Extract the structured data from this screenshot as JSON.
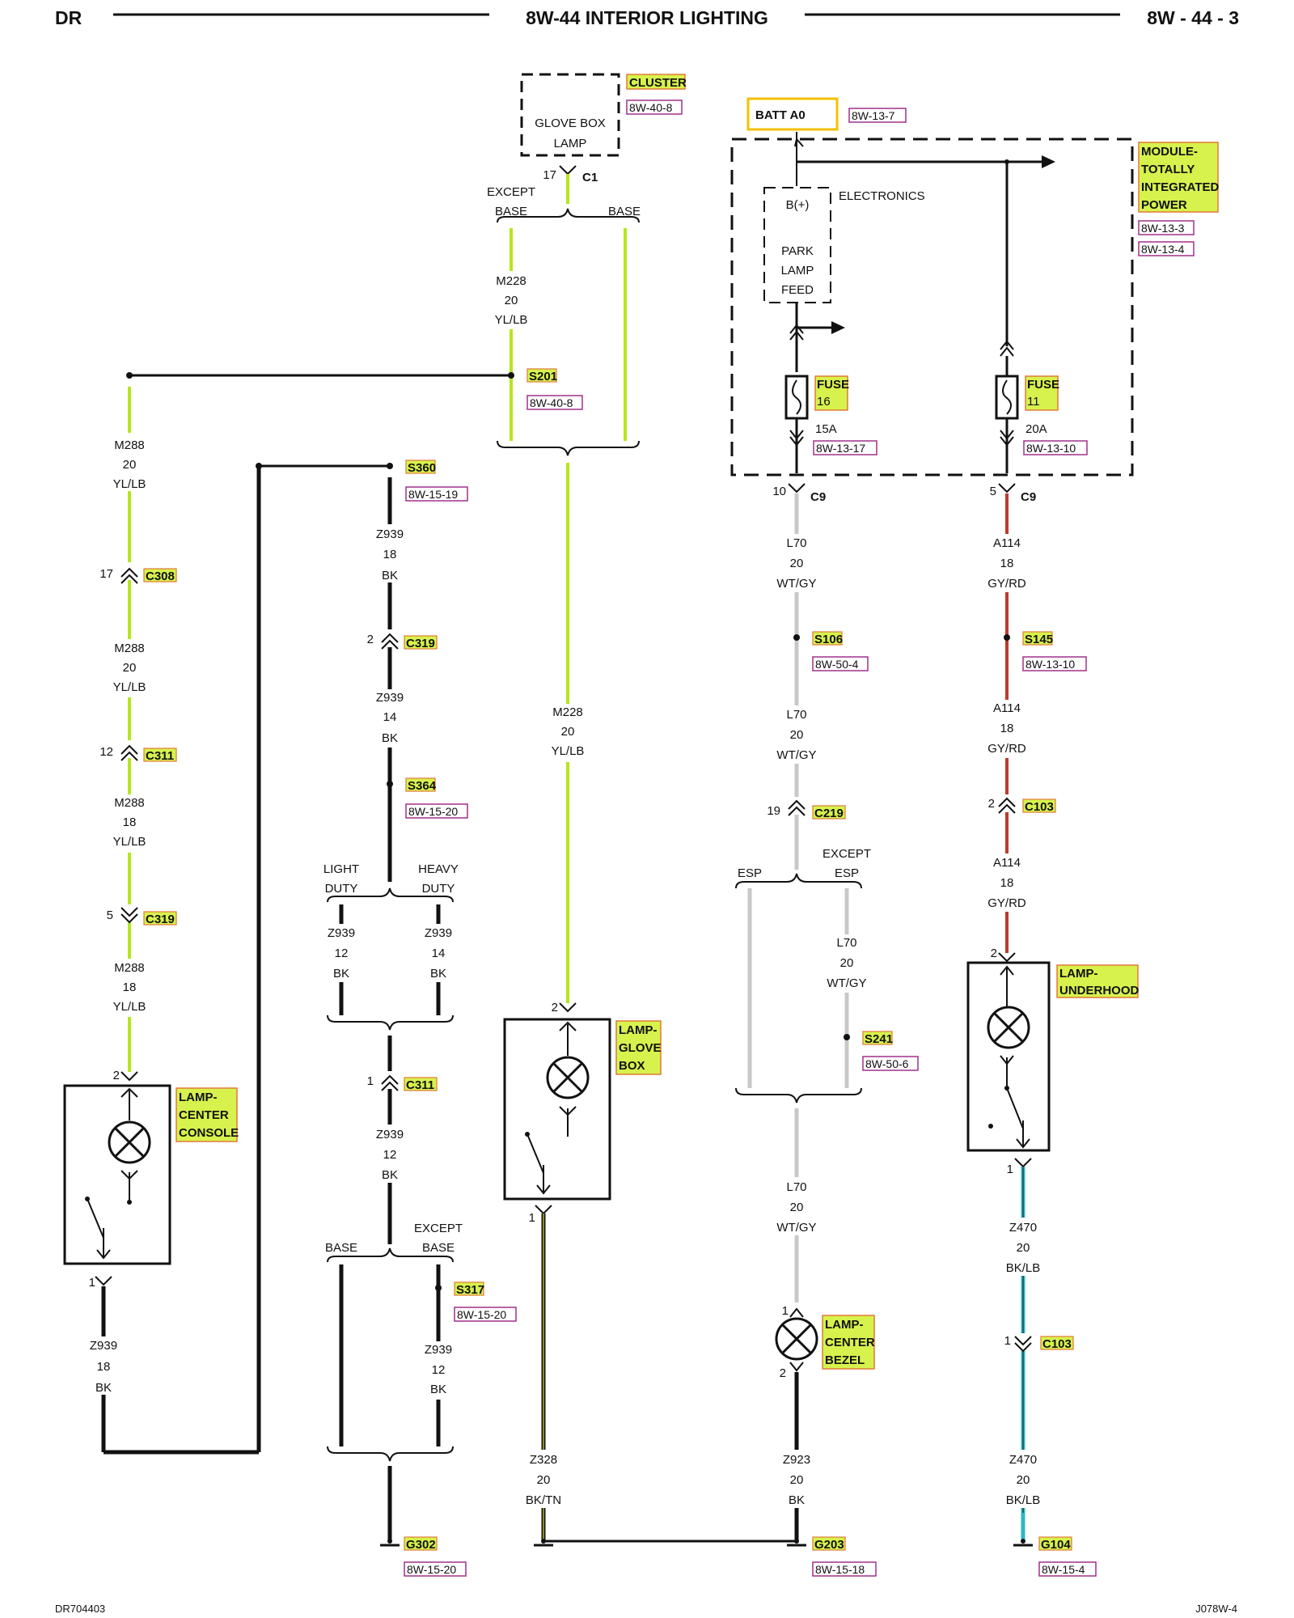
{
  "header": {
    "left": "DR",
    "title": "8W-44 INTERIOR LIGHTING",
    "right": "8W - 44 - 3"
  },
  "footer": {
    "left": "DR704403",
    "right": "J078W-4"
  },
  "colors": {
    "yl_lb": "#b5e61d",
    "yl_lb_glow": "#33cc33",
    "black": "#111111",
    "wt_gy": "#c8c8c8",
    "gy_rd": "#c0392b",
    "bk_lb": "#2bb8c8",
    "bk_tn": "#8a8a1a",
    "tag_fill": "#d7f24c",
    "tag_border": "#e07a3a",
    "ref_border": "#a0308a"
  },
  "components": {
    "cluster": {
      "name": "CLUSTER",
      "ref": "8W-40-8",
      "inner1": "GLOVE BOX",
      "inner2": "LAMP",
      "pin": "17",
      "conn": "C1"
    },
    "batt": {
      "name": "BATT A0",
      "ref": "8W-13-7"
    },
    "tipm": {
      "name1": "MODULE-",
      "name2": "TOTALLY",
      "name3": "INTEGRATED",
      "name4": "POWER",
      "ref1": "8W-13-3",
      "ref2": "8W-13-4"
    },
    "electronics": {
      "label": "ELECTRONICS",
      "bplus": "B(+)",
      "l1": "PARK",
      "l2": "LAMP",
      "l3": "FEED"
    },
    "fuse16": {
      "name": "FUSE",
      "num": "16",
      "amp": "15A",
      "ref": "8W-13-17"
    },
    "fuse11": {
      "name": "FUSE",
      "num": "11",
      "amp": "20A",
      "ref": "8W-13-10"
    },
    "lamp_console": {
      "n1": "LAMP-",
      "n2": "CENTER",
      "n3": "CONSOLE",
      "pin_top": "2",
      "pin_bot": "1"
    },
    "lamp_glove": {
      "n1": "LAMP-",
      "n2": "GLOVE",
      "n3": "BOX",
      "pin_top": "2",
      "pin_bot": "1"
    },
    "lamp_bezel": {
      "n1": "LAMP-",
      "n2": "CENTER",
      "n3": "BEZEL",
      "pin_top": "1",
      "pin_bot": "2"
    },
    "lamp_underhood": {
      "n1": "LAMP-",
      "n2": "UNDERHOOD",
      "pin_top": "2",
      "pin_bot": "1"
    }
  },
  "wires": {
    "m288_a": {
      "code": "M288",
      "gauge": "20",
      "color": "YL/LB"
    },
    "m288_b": {
      "code": "M288",
      "gauge": "20",
      "color": "YL/LB"
    },
    "m288_c": {
      "code": "M288",
      "gauge": "18",
      "color": "YL/LB"
    },
    "m288_d": {
      "code": "M288",
      "gauge": "18",
      "color": "YL/LB"
    },
    "m228_top": {
      "code": "M228",
      "gauge": "20",
      "color": "YL/LB"
    },
    "m228_mid": {
      "code": "M228",
      "gauge": "20",
      "color": "YL/LB"
    },
    "z939_console": {
      "code": "Z939",
      "gauge": "18",
      "color": "BK"
    },
    "z939_a": {
      "code": "Z939",
      "gauge": "18",
      "color": "BK"
    },
    "z939_b": {
      "code": "Z939",
      "gauge": "14",
      "color": "BK"
    },
    "z939_ld": {
      "code": "Z939",
      "gauge": "12",
      "color": "BK"
    },
    "z939_hd": {
      "code": "Z939",
      "gauge": "14",
      "color": "BK"
    },
    "z939_c": {
      "code": "Z939",
      "gauge": "12",
      "color": "BK"
    },
    "z939_d": {
      "code": "Z939",
      "gauge": "12",
      "color": "BK"
    },
    "z328": {
      "code": "Z328",
      "gauge": "20",
      "color": "BK/TN"
    },
    "l70_a": {
      "code": "L70",
      "gauge": "20",
      "color": "WT/GY"
    },
    "l70_b": {
      "code": "L70",
      "gauge": "20",
      "color": "WT/GY"
    },
    "l70_c": {
      "code": "L70",
      "gauge": "20",
      "color": "WT/GY"
    },
    "l70_d": {
      "code": "L70",
      "gauge": "20",
      "color": "WT/GY"
    },
    "z923": {
      "code": "Z923",
      "gauge": "20",
      "color": "BK"
    },
    "a114_a": {
      "code": "A114",
      "gauge": "18",
      "color": "GY/RD"
    },
    "a114_b": {
      "code": "A114",
      "gauge": "18",
      "color": "GY/RD"
    },
    "a114_c": {
      "code": "A114",
      "gauge": "18",
      "color": "GY/RD"
    },
    "z470_a": {
      "code": "Z470",
      "gauge": "20",
      "color": "BK/LB"
    },
    "z470_b": {
      "code": "Z470",
      "gauge": "20",
      "color": "BK/LB"
    }
  },
  "connectors": {
    "c308": {
      "name": "C308",
      "pin": "17"
    },
    "c311_l": {
      "name": "C311",
      "pin": "12"
    },
    "c319_l": {
      "name": "C319",
      "pin": "5"
    },
    "c319_m": {
      "name": "C319",
      "pin": "2"
    },
    "c311_m": {
      "name": "C311",
      "pin": "1"
    },
    "c9_a": {
      "name": "C9",
      "pin": "10"
    },
    "c9_b": {
      "name": "C9",
      "pin": "5"
    },
    "c219": {
      "name": "C219",
      "pin": "19"
    },
    "c103_a": {
      "name": "C103",
      "pin": "2"
    },
    "c103_b": {
      "name": "C103",
      "pin": "1"
    }
  },
  "splices": {
    "s201": {
      "name": "S201",
      "ref": "8W-40-8"
    },
    "s360": {
      "name": "S360",
      "ref": "8W-15-19"
    },
    "s364": {
      "name": "S364",
      "ref": "8W-15-20"
    },
    "s317": {
      "name": "S317",
      "ref": "8W-15-20"
    },
    "s106": {
      "name": "S106",
      "ref": "8W-50-4"
    },
    "s145": {
      "name": "S145",
      "ref": "8W-13-10"
    },
    "s241": {
      "name": "S241",
      "ref": "8W-50-6"
    }
  },
  "grounds": {
    "g302": {
      "name": "G302",
      "ref": "8W-15-20"
    },
    "g203": {
      "name": "G203",
      "ref": "8W-15-18"
    },
    "g104": {
      "name": "G104",
      "ref": "8W-15-4"
    }
  },
  "options": {
    "except": "EXCEPT",
    "base": "BASE",
    "light": "LIGHT",
    "heavy": "HEAVY",
    "duty": "DUTY",
    "esp": "ESP"
  }
}
